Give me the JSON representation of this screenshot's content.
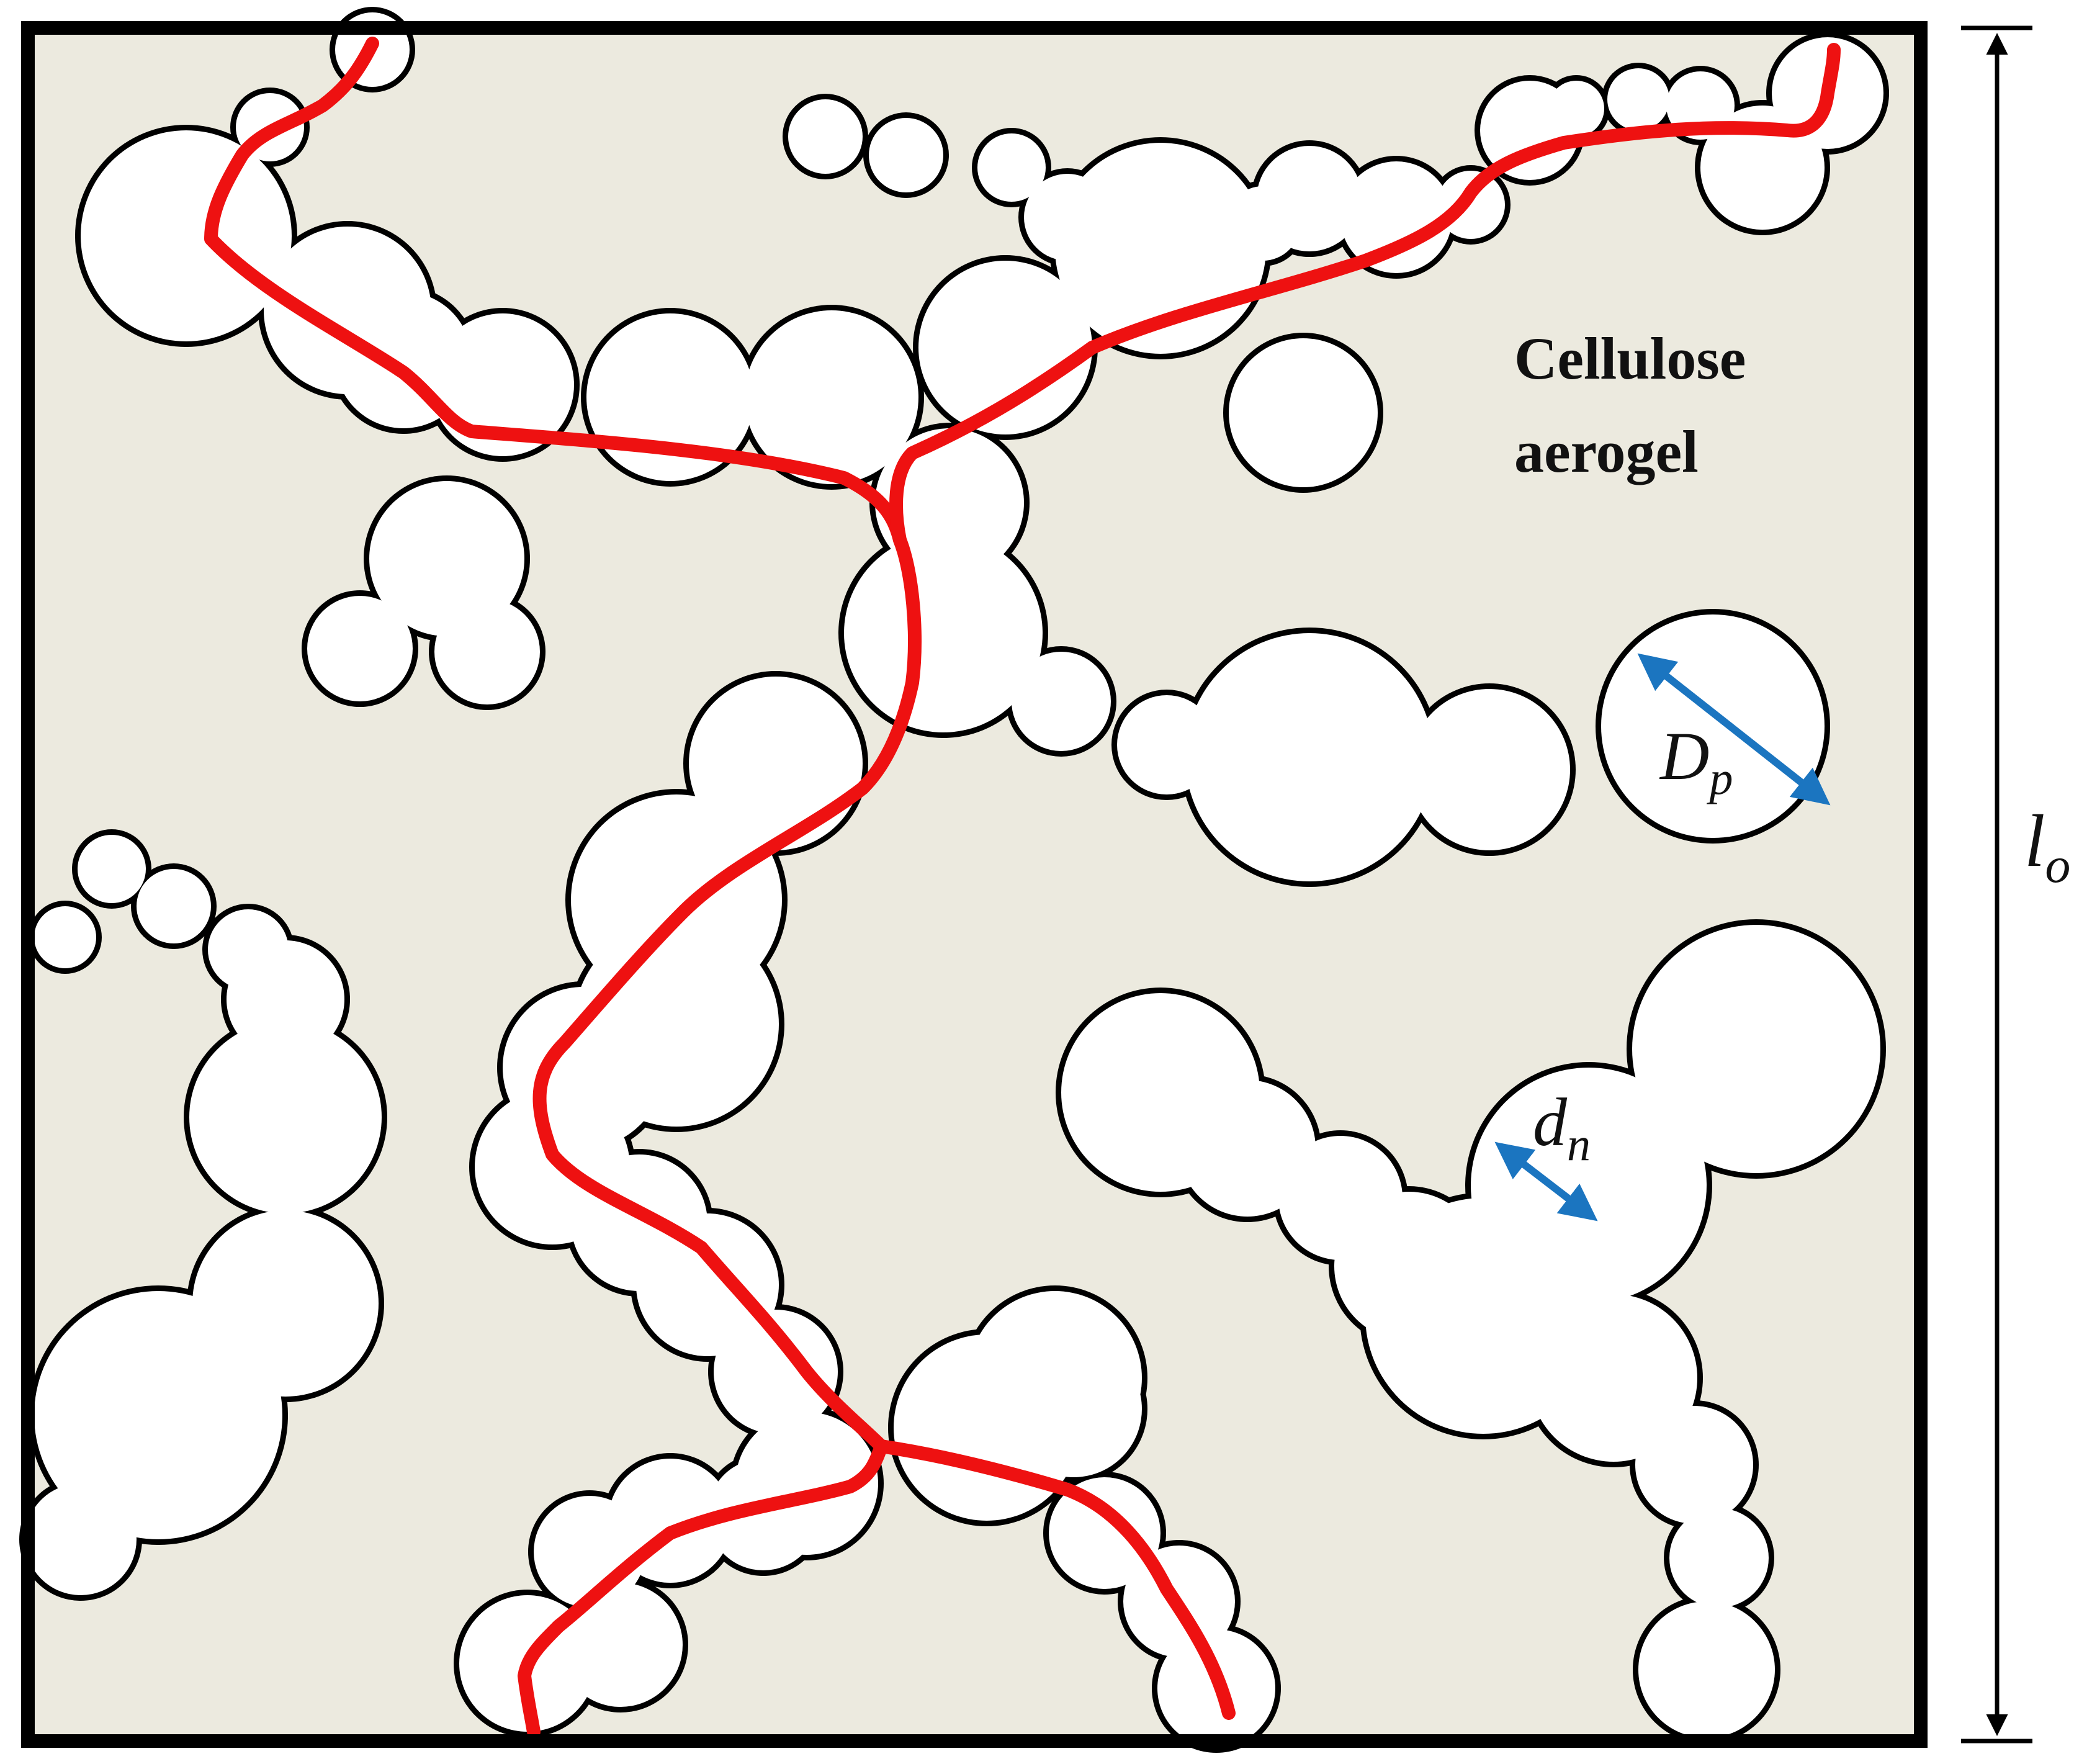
{
  "labels": {
    "material_line1": "Cellulose",
    "material_line2": "aerogel",
    "particle_diameter_main": "D",
    "particle_diameter_sub": "p",
    "neck_diameter_main": "d",
    "neck_diameter_sub": "n",
    "length_main": "l",
    "length_sub": "o"
  },
  "colors": {
    "background": "#ECEADF",
    "particle_fill": "#FFFFFF",
    "outline": "#000000",
    "conduction_path": "#EE1111",
    "dimension_arrow": "#1B75C0"
  },
  "icons": {
    "diameter_arrow": "double-headed-arrow",
    "length_arrow": "double-headed-arrow"
  }
}
